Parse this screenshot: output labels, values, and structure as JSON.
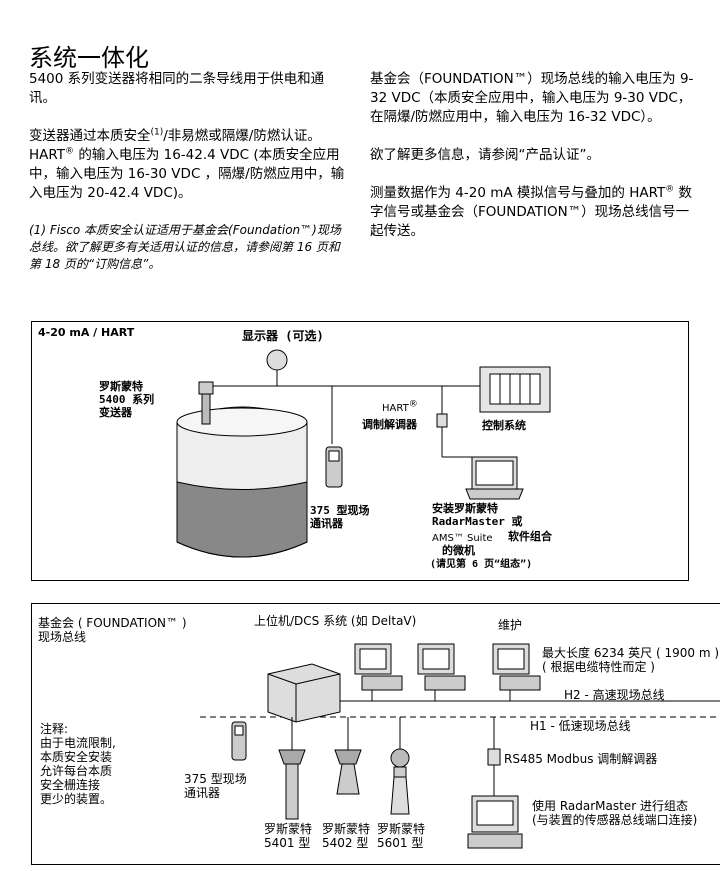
{
  "title": "系统一体化",
  "left_col": {
    "p1": "5400 系列变送器将相同的二条导线用于供电和通讯。",
    "p2_a": "变送器通过本质安全",
    "p2_sup": "(1)",
    "p2_b": "/非易燃或隔爆/防燃认证。",
    "p3_a": "HART",
    "p3_sup": "®",
    "p3_b": " 的输入电压为 16-42.4 VDC (本质安全应用中，输入电压为 16-30 VDC ，隔爆/防燃应用中，输入电压为 20-42.4 VDC)。",
    "footnote": "(1) Fisco 本质安全认证适用于基金会(Foundation™)现场总线。欲了解更多有关适用认证的信息，请参阅第 16 页和第 18 页的“订购信息”。"
  },
  "right_col": {
    "p1": "基金会（FOUNDATION™）现场总线的输入电压为 9-32 VDC（本质安全应用中，输入电压为 9-30 VDC，在隔爆/防燃应用中，输入电压为 16-32 VDC）。",
    "p2": "欲了解更多信息，请参阅“产品认证”。",
    "p3_a": "测量数据作为 4-20 mA 模拟信号与叠加的 HART",
    "p3_sup": "®",
    "p3_b": " 数字信号或基金会（FOUNDATION™）现场总线信号一起传送。"
  },
  "diagram1": {
    "header": "4-20 mA / HART",
    "display": "显示器 (可选)",
    "transmitter": "罗斯蒙特\n5400 系列\n变送器",
    "hart_a": "HART",
    "hart_sup": "®",
    "modem": "调制解调器",
    "control": "控制系统",
    "communicator": "375 型现场\n通讯器",
    "pc": "安装罗斯蒙特\nRadarMaster 或",
    "ams": "AMS™ Suite",
    "ams2": "软件组合",
    "pc2": "的微机",
    "ref": "(请见第 6 页“组态”)"
  },
  "diagram2": {
    "header": "基金会 ( FOUNDATION™ )\n现场总线",
    "host": "上位机/DCS 系统 (如 DeltaV)",
    "maint": "维护",
    "maxlen": "最大长度 6234 英尺 ( 1900 m )\n( 根据电缆特性而定 )",
    "h2": "H2 - 高速现场总线",
    "h1": "H1 - 低速现场总线",
    "note": "注释:\n由于电流限制,\n本质安全安装\n允许每台本质\n安全栅连接\n更少的装置。",
    "communicator": "375 型现场\n通讯器",
    "m1": "罗斯蒙特\n5401 型",
    "m2": "罗斯蒙特\n5402 型",
    "m3": "罗斯蒙特\n5601 型",
    "rs485": "RS485 Modbus 调制解调器",
    "radar": "使用 RadarMaster 进行组态\n(与装置的传感器总线端口连接)"
  }
}
